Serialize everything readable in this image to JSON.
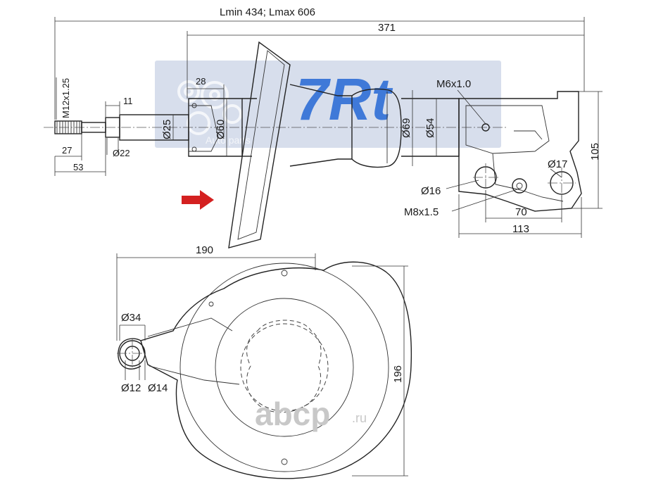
{
  "top_view": {
    "length_range": "Lmin 434; Lmax 606",
    "total_length": "371",
    "thread": "M12x1.25",
    "d11": "11",
    "d28": "28",
    "d27": "27",
    "d53": "53",
    "dia22": "Ø22",
    "dia25": "Ø25",
    "dia60": "Ø60",
    "dia69": "Ø69",
    "dia54": "Ø54",
    "m6": "M6x1.0",
    "dia17": "Ø17",
    "dia16": "Ø16",
    "m8": "M8x1.5",
    "d70": "70",
    "d113": "113",
    "d105": "105"
  },
  "bottom_view": {
    "d190": "190",
    "dia34": "Ø34",
    "dia12": "Ø12",
    "dia14": "Ø14",
    "d196": "196"
  },
  "watermark": {
    "brand": "7Rt",
    "sub": "Auto parts",
    "site_main": "abcp",
    "site_tld": ".ru"
  },
  "colors": {
    "accent_arrow": "#d42020",
    "watermark_blue": "#2f6fd6",
    "watermark_bg": "#c9d3e6"
  }
}
